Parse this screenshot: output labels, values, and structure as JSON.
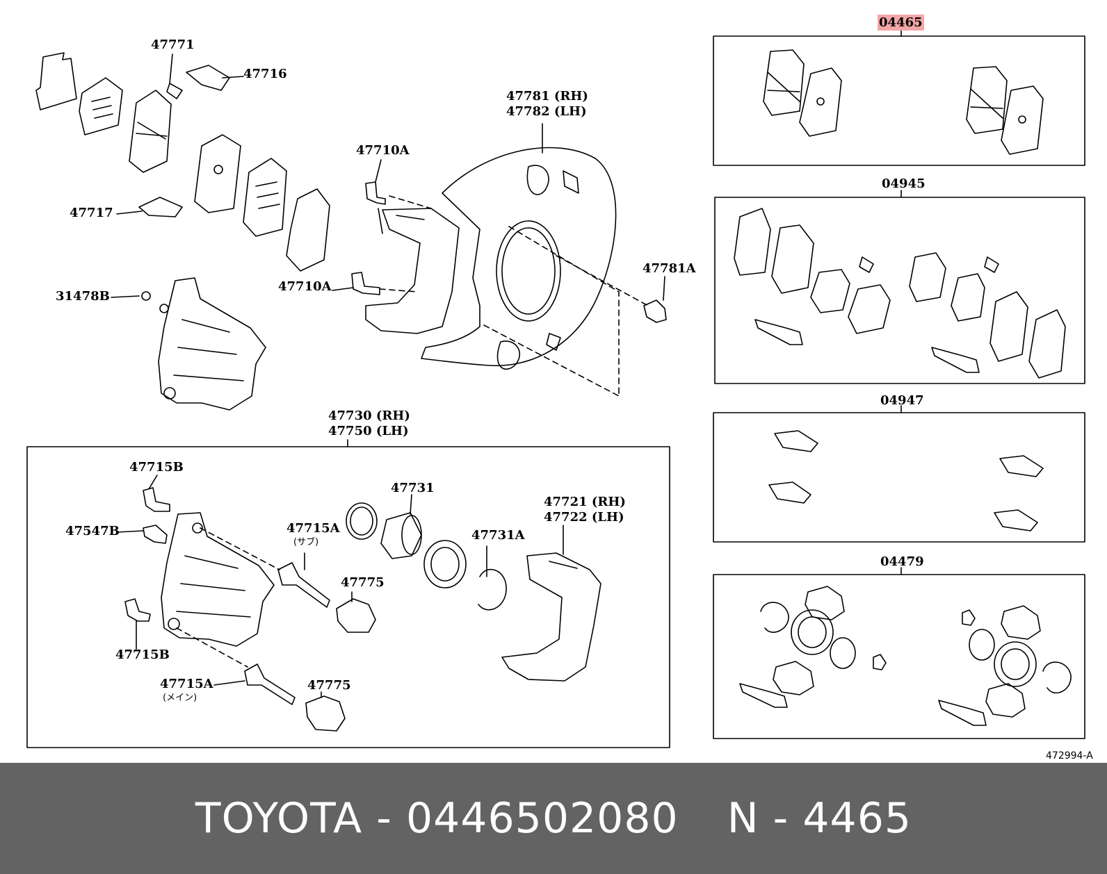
{
  "diagram": {
    "labels": {
      "p47771": "47771",
      "p47716": "47716",
      "p47717": "47717",
      "p31478B": "31478B",
      "p47710A_top": "47710A",
      "p47710A_mid": "47710A",
      "p47781": "47781 (RH)",
      "p47782": "47782 (LH)",
      "p47781A": "47781A",
      "p47730": "47730 (RH)",
      "p47750": "47750 (LH)",
      "p47715B_top": "47715B",
      "p47547B": "47547B",
      "p47715B_bot": "47715B",
      "p47715A_sub": "47715A",
      "p47715A_sub_note": "(サブ)",
      "p47715A_main": "47715A",
      "p47715A_main_note": "(メイン)",
      "p47731": "47731",
      "p47731A": "47731A",
      "p47775_top": "47775",
      "p47775_bot": "47775",
      "p47721": "47721 (RH)",
      "p47722": "47722 (LH)",
      "k04465": "04465",
      "k04945": "04945",
      "k04947": "04947",
      "k04479": "04479"
    },
    "figure_ref": "472994-A",
    "highlight_color": "#f4a6a6"
  },
  "footer": {
    "brand_part": "TOYOTA - 0446502080",
    "catalog_ref": "N - 4465",
    "background": "#636363",
    "text_color": "#ffffff"
  }
}
